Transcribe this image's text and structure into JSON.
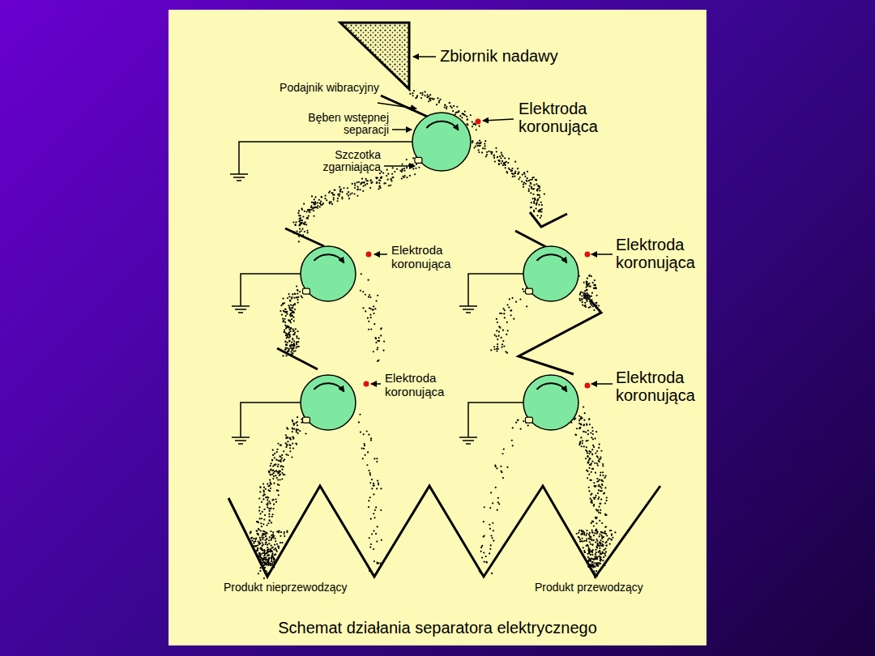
{
  "diagram": {
    "caption": "Schemat działania separatora elektrycznego",
    "labels": [
      "Zbiornik nadawy",
      "Podajnik wibracyjny",
      "Bęben wstępnej separacji",
      "Szczotka zgarniająca",
      "Elektroda koronująca",
      "Elektroda koronująca",
      "Elektroda koronująca",
      "Elektroda koronująca",
      "Elektroda koronująca",
      "Produkt nieprzewodzący",
      "Produkt przewodzący"
    ]
  }
}
